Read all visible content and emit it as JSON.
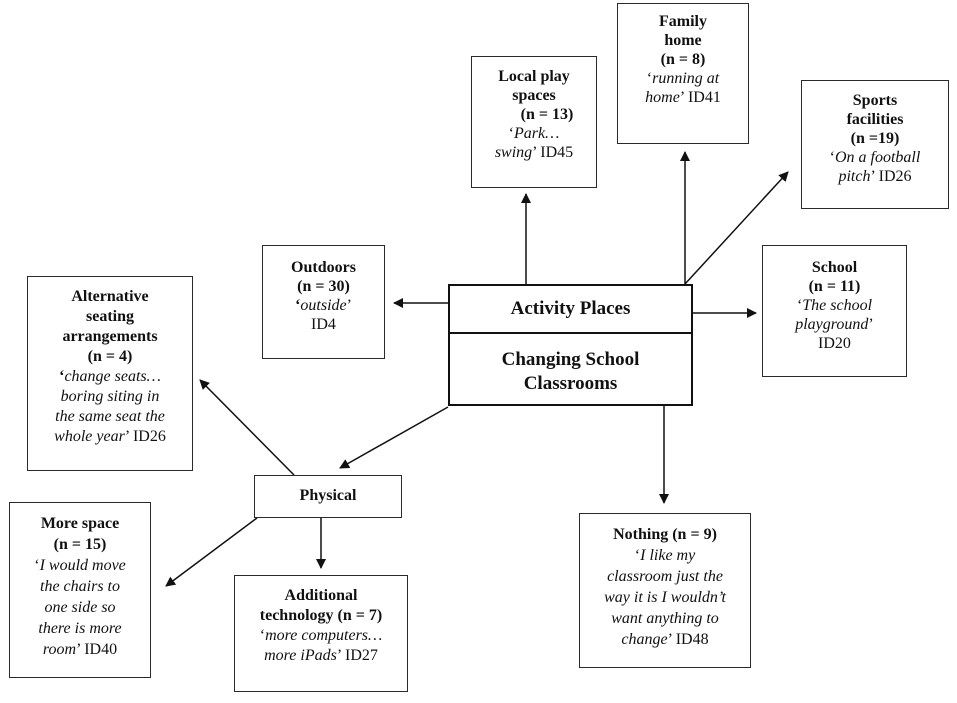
{
  "center": {
    "top": "Activity Places",
    "bottom_line1": "Changing School",
    "bottom_line2": "Classrooms"
  },
  "outdoors": {
    "title": "Outdoors",
    "n": "(n = 30)",
    "quote": "outside",
    "id": "ID4"
  },
  "local_play": {
    "title1": "Local play",
    "title2": "spaces",
    "n": "(n = 13)",
    "quote1": "Park…",
    "quote2": "swing",
    "id": "ID45"
  },
  "family_home": {
    "title1": "Family",
    "title2": "home",
    "n": "(n = 8)",
    "quote1": "running at",
    "quote2": "home",
    "id": "ID41"
  },
  "sports": {
    "title1": "Sports",
    "title2": "facilities",
    "n": "(n =19)",
    "quote1": "On a football",
    "quote2": "pitch",
    "id": "ID26"
  },
  "school": {
    "title": "School",
    "n": "(n = 11)",
    "quote1": "The school",
    "quote2": "playground",
    "id": "ID20"
  },
  "physical": {
    "label": "Physical"
  },
  "alt_seating": {
    "title1": "Alternative",
    "title2": "seating",
    "title3": "arrangements",
    "n": "(n = 4)",
    "quote1": "change seats…",
    "quote2": "boring siting in",
    "quote3": "the same seat the",
    "quote4": "whole year",
    "id": "ID26"
  },
  "more_space": {
    "title": "More space",
    "n": "(n = 15)",
    "quote1": "I would move",
    "quote2": "the chairs to",
    "quote3": "one side so",
    "quote4": "there is more",
    "quote5": "room",
    "id": "ID40"
  },
  "additional_tech": {
    "title1": "Additional",
    "title2": "technology (n = 7)",
    "quote1": "more computers…",
    "quote2": "more iPads",
    "id": "ID27"
  },
  "nothing": {
    "title": "Nothing (n = 9)",
    "quote1": "I like my",
    "quote2": "classroom just the",
    "quote3": "way it is I wouldn’t",
    "quote4": "want anything to",
    "quote5": "change",
    "id": "ID48"
  }
}
